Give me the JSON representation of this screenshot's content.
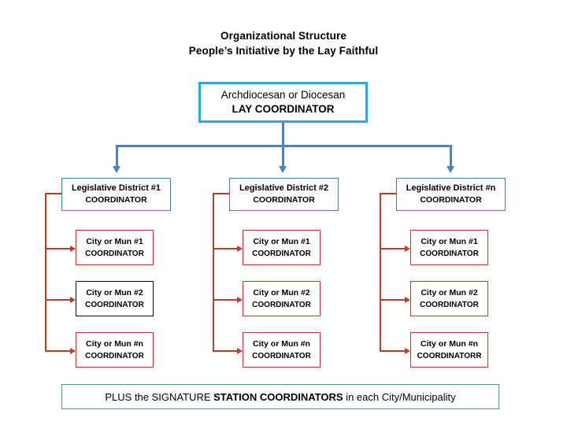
{
  "title": {
    "line1": "Organizational Structure",
    "line2": "People’s Initiative by the Lay Faithful"
  },
  "root": {
    "line1": "Archdiocesan or Diocesan",
    "line2": "LAY COORDINATOR",
    "border_color": "#29abd6"
  },
  "connectors": {
    "top_color": "#4f81bd",
    "branch_color": "#c0392b"
  },
  "columns": [
    {
      "district": {
        "line1": "Legislative District #1",
        "line2": "COORDINATOR",
        "border_color": "#31859c"
      },
      "cities": [
        {
          "line1": "City or Mun #1",
          "line2": "COORDINATOR",
          "border_color": "#c0392b"
        },
        {
          "line1": "City or Mun #2",
          "line2": "COORDINATOR",
          "border_color": "#0b0b0b"
        },
        {
          "line1": "City or Mun #n",
          "line2": "COORDINATOR",
          "border_color": "#c0392b"
        }
      ]
    },
    {
      "district": {
        "line1": "Legislative District #2",
        "line2": "COORDINATOR",
        "border_color": "#31859c"
      },
      "cities": [
        {
          "line1": "City or Mun #1",
          "line2": "COORDINATOR",
          "border_color": "#c0392b"
        },
        {
          "line1": "City or Mun #2",
          "line2": "COORDINATOR",
          "border_color": "#c0392b"
        },
        {
          "line1": "City or Mun #n",
          "line2": "COORDINATOR",
          "border_color": "#c0392b"
        }
      ]
    },
    {
      "district": {
        "line1": "Legislative District #n",
        "line2": "COORDINATOR",
        "border_color": "#31859c"
      },
      "cities": [
        {
          "line1": "City or Mun #1",
          "line2": "COORDINATOR",
          "border_color": "#c0392b"
        },
        {
          "line1": "City or Mun #2",
          "line2": "COORDINATOR",
          "border_color": "#c0392b"
        },
        {
          "line1": "City or Mun #n",
          "line2": "COORDINATORR",
          "border_color": "#c0392b"
        }
      ]
    }
  ],
  "banner": {
    "part1": "PLUS the SIGNATURE ",
    "part2_bold": "STATION COORDINATORS",
    "part3": " in each City/Municipality",
    "border_color": "#4e9a7c"
  }
}
